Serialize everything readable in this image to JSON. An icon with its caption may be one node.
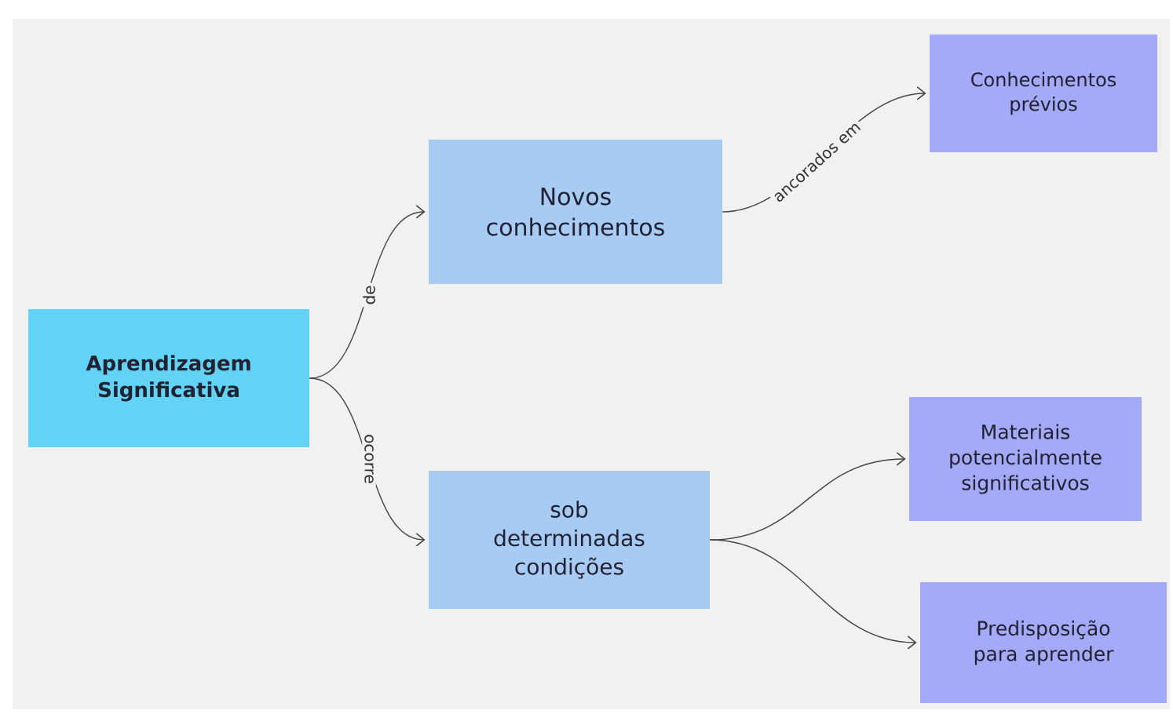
{
  "diagram": {
    "nodes": [
      {
        "text": [
          "Aprendizagem Significativa"
        ]
      },
      {
        "text": [
          "Novos conhecimentos"
        ]
      },
      {
        "text": [
          "Conhecimentos prévios"
        ]
      },
      {
        "text": [
          "sob determinadas condições"
        ]
      },
      {
        "text": [
          "Materiais potencialmente significativos"
        ]
      },
      {
        "text": [
          "Predisposição para aprender"
        ]
      }
    ],
    "edges": [
      {
        "from": 0,
        "to": 1,
        "arrow": "to",
        "label": "de"
      },
      {
        "from": 0,
        "to": 3,
        "arrow": "to",
        "label": "ocorre"
      },
      {
        "from": 1,
        "to": 2,
        "arrow": "to",
        "label": "ancorados em"
      },
      {
        "from": 3,
        "to": 4,
        "arrow": "to"
      },
      {
        "from": 3,
        "to": 5,
        "arrow": "to"
      }
    ]
  }
}
